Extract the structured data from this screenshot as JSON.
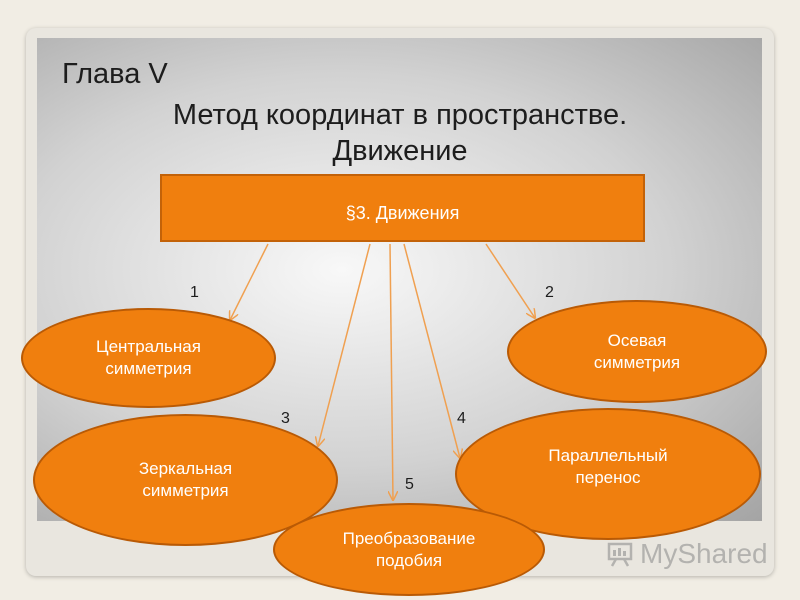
{
  "title": "Глава V",
  "subtitle_line1": "Метод координат в пространстве.",
  "subtitle_line2": "Движение",
  "section_box": "§3. Движения",
  "nodes": [
    {
      "number": "1",
      "label_line1": "Центральная",
      "label_line2": "симметрия"
    },
    {
      "number": "2",
      "label_line1": "Осевая",
      "label_line2": "симметрия"
    },
    {
      "number": "3",
      "label_line1": "Зеркальная",
      "label_line2": "симметрия"
    },
    {
      "number": "4",
      "label_line1": "Параллельный",
      "label_line2": "перенос"
    },
    {
      "number": "5",
      "label_line1": "Преобразование",
      "label_line2": "подобия"
    }
  ],
  "watermark": "MyShared",
  "colors": {
    "node_fill": "#f07f0e",
    "node_border": "#b95a05",
    "arrow": "#f0a050"
  }
}
